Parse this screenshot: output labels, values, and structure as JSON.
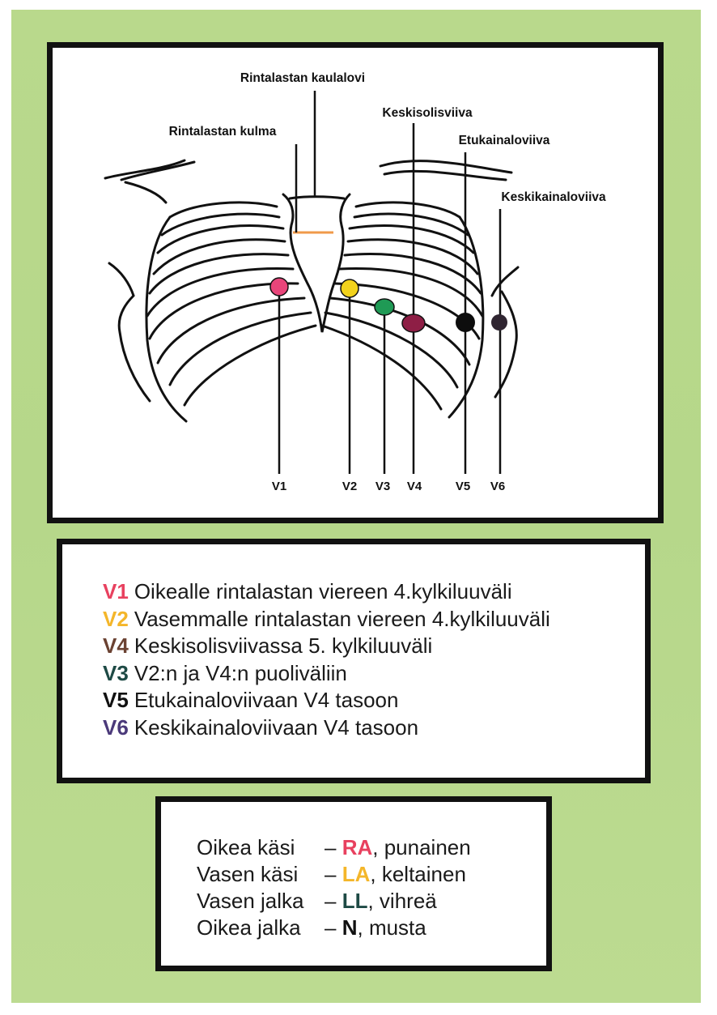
{
  "diagram": {
    "landmarks": {
      "suprasternal_notch": "Rintalastan kaulalovi",
      "sternal_angle": "Rintalastan kulma",
      "midclavicular_line": "Keskisolisviiva",
      "anterior_axillary_line": "Etukainaloviiva",
      "midaxillary_line": "Keskikainaloviiva"
    },
    "electrodes": [
      {
        "label": "V1",
        "color": "#e8457a"
      },
      {
        "label": "V2",
        "color": "#f2d21c"
      },
      {
        "label": "V3",
        "color": "#1f9a55"
      },
      {
        "label": "V4",
        "color": "#8e1e45"
      },
      {
        "label": "V5",
        "color": "#0d0d0d"
      },
      {
        "label": "V6",
        "color": "#2f2531"
      }
    ],
    "sternal_angle_line_color": "#f09a4a"
  },
  "electrode_list": [
    {
      "code": "V1",
      "text": "Oikealle rintalastan viereen 4.kylkiluuväli",
      "color": "#e8415f"
    },
    {
      "code": "V2",
      "text": "Vasemmalle rintalastan viereen 4.kylkiluuväli",
      "color": "#f4b62a"
    },
    {
      "code": "V4",
      "text": "Keskisolisviivassa 5. kylkiluuväli",
      "color": "#6b4232"
    },
    {
      "code": "V3",
      "text": "V2:n ja V4:n puoliväliin",
      "color": "#1e4a45"
    },
    {
      "code": "V5",
      "text": "Etukainaloviivaan V4 tasoon",
      "color": "#111111"
    },
    {
      "code": "V6",
      "text": "Keskikainaloviivaan V4 tasoon",
      "color": "#4b3a7a"
    }
  ],
  "limb_list": [
    {
      "limb": "Oikea käsi",
      "code": "RA",
      "color_name": "punainen",
      "color": "#e8415f"
    },
    {
      "limb": "Vasen käsi",
      "code": "LA",
      "color_name": "keltainen",
      "color": "#f4b62a"
    },
    {
      "limb": "Vasen jalka",
      "code": "LL",
      "color_name": "vihreä",
      "color": "#1e4a45"
    },
    {
      "limb": "Oikea jalka",
      "code": "N",
      "color_name": "musta",
      "color": "#111111"
    }
  ],
  "dash": "–"
}
